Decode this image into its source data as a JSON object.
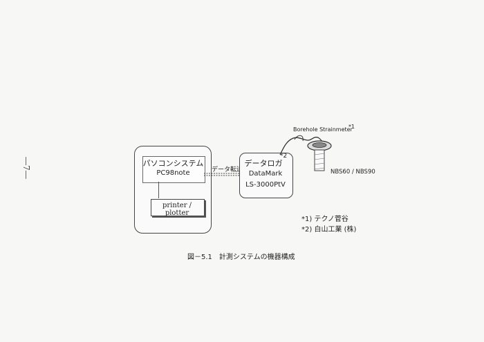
{
  "page_number": "―7―",
  "pc": {
    "title": "パソコンシステム",
    "model": "PC98note",
    "printer": "printer / plotter"
  },
  "transfer_label": "データ転送",
  "logger": {
    "title": "データロガ",
    "mark": "*2",
    "model_line1": "DataMark",
    "model_line2": "LS-3000PtV"
  },
  "sensor": {
    "label": "Borehole Strainmeter",
    "mark": "*1",
    "models": "NBS60 / NBS90"
  },
  "notes": [
    "*1) テクノ菅谷",
    "*2) 白山工業 (株)"
  ],
  "caption": "図－5.1　計測システムの機器構成"
}
